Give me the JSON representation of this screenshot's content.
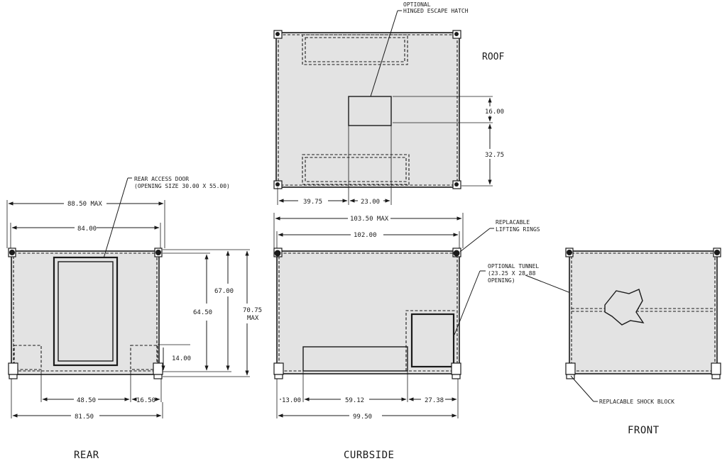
{
  "views": {
    "roof": "ROOF",
    "rear": "REAR",
    "curbside": "CURBSIDE",
    "front": "FRONT"
  },
  "callouts": {
    "escape_hatch": [
      "OPTIONAL",
      "HINGED ESCAPE HATCH"
    ],
    "rear_door": [
      "REAR ACCESS DOOR",
      "(OPENING SIZE 30.00 X 55.00)"
    ],
    "lifting_rings": [
      "REPLACABLE",
      "LIFTING RINGS"
    ],
    "tunnel": [
      "OPTIONAL TUNNEL",
      "(23.25 X 28.88",
      "OPENING)"
    ],
    "shock_block": "REPLACABLE SHOCK BLOCK"
  },
  "dims": {
    "roof_hatch_depth": "16.00",
    "roof_hatch_offset": "32.75",
    "roof_left": "39.75",
    "roof_hatch_width": "23.00",
    "rear_overall_max": "88.50 MAX",
    "rear_width": "84.00",
    "rear_height_inner": "64.50",
    "rear_height": "67.00",
    "rear_height_max": "70.75",
    "rear_height_max_note": "MAX",
    "rear_door_sill": "14.00",
    "rear_bottom_a": "48.50",
    "rear_bottom_b": "16.50",
    "rear_bottom_overall": "81.50",
    "side_overall_max": "103.50 MAX",
    "side_width": "102.00",
    "side_bottom_a": "13.00",
    "side_bottom_b": "59.12",
    "side_bottom_c": "27.38",
    "side_bottom_overall": "99.50"
  }
}
